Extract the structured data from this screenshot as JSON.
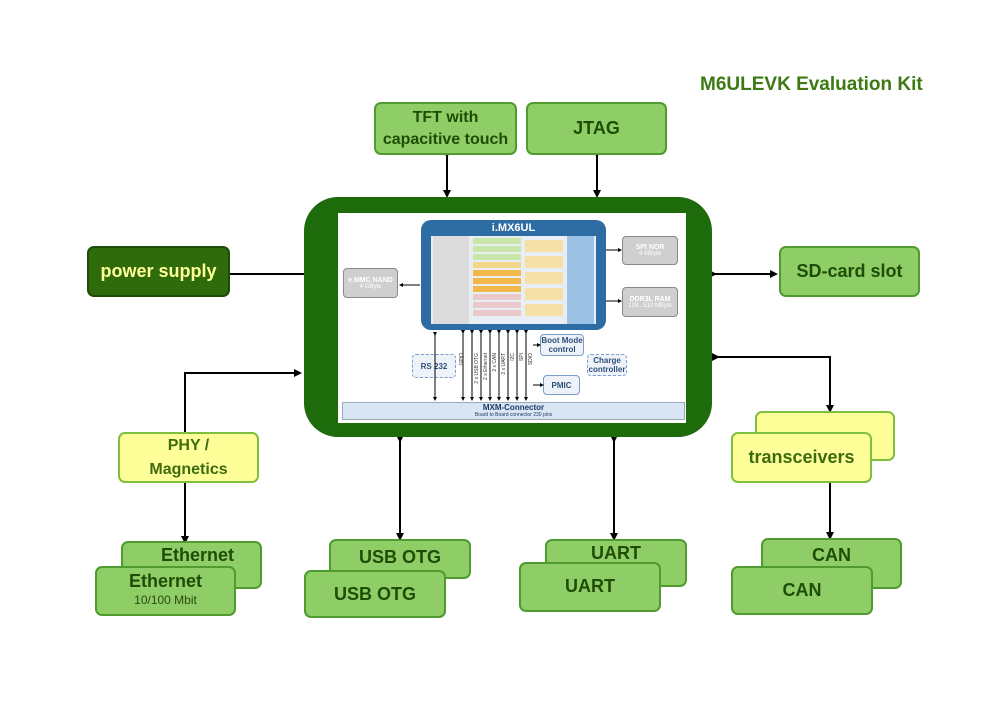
{
  "title": "M6ULEVK Evaluation Kit",
  "blocks": {
    "tft": "TFT with\ncapacitive touch",
    "jtag": "JTAG",
    "power": "power supply",
    "sdcard": "SD-card slot",
    "phy": "PHY /\nMagnetics",
    "transceivers": "transceivers",
    "ethernet_back": "Ethernet",
    "ethernet_front": "Ethernet",
    "ethernet_sub": "10/100 Mbit",
    "usb_back": "USB OTG",
    "usb_front": "USB OTG",
    "uart_back": "UART",
    "uart_front": "UART",
    "can_back": "CAN",
    "can_front": "CAN"
  },
  "module": {
    "cpu_title": "i.MX6UL",
    "emmc": "e.MMC NAND",
    "emmc_sub": "4 GByte",
    "spi": "SPI NOR",
    "spi_sub": "4 MByte",
    "ddr": "DDR3L RAM",
    "ddr_sub": "128...512 MByte",
    "rs232": "RS 232",
    "bootmode": "Boot Mode\ncontrol",
    "charge": "Charge\ncontroller",
    "pmic": "PMIC",
    "mxm": "MXM-Connector",
    "mxm_sub": "Board to Board connector 230 pins",
    "signals": [
      "GPIO",
      "2 x USB OTG",
      "2 x Ethernet",
      "2 x CAN",
      "2 x UART",
      "I2C",
      "SPI",
      "SDIO"
    ]
  },
  "colors": {
    "green_block": "#8fcd66",
    "yellow_block": "#ffff99",
    "dark_block": "#2f6b0a",
    "module_frame": "#1e6b0c",
    "cpu_blue": "#2e6da4",
    "title_green": "#3d7a12"
  }
}
